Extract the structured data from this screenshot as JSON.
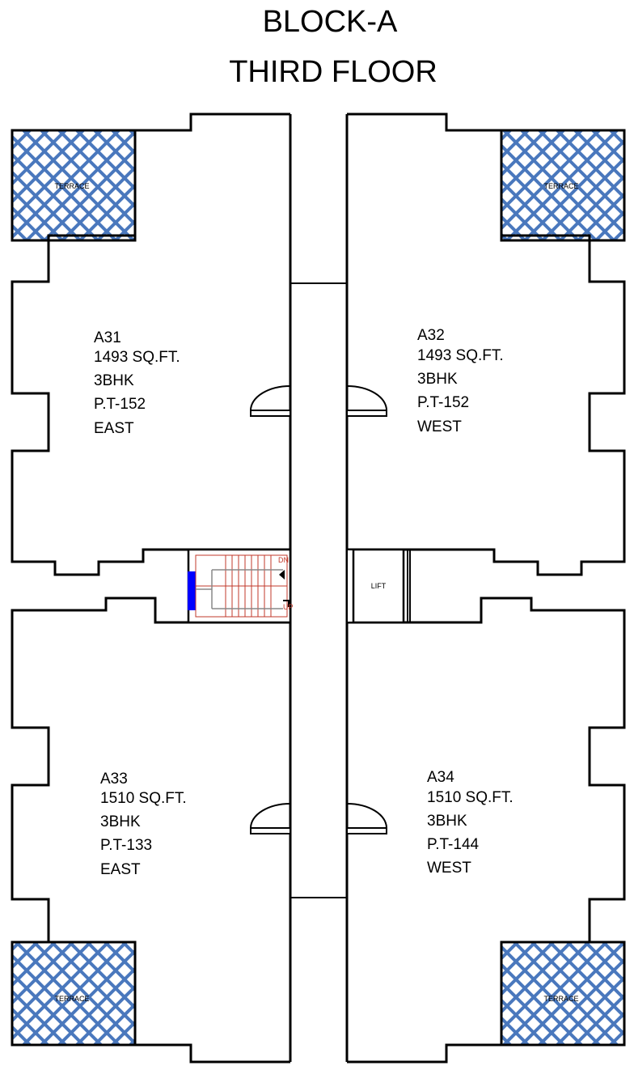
{
  "block_title": "BLOCK-A",
  "floor_title": "THIRD FLOOR",
  "units": [
    {
      "id": "A31",
      "area": "1493 SQ.FT.",
      "type": "3BHK",
      "pt": "P.T-152",
      "facing": "EAST"
    },
    {
      "id": "A32",
      "area": "1493 SQ.FT.",
      "type": "3BHK",
      "pt": "P.T-152",
      "facing": "WEST"
    },
    {
      "id": "A33",
      "area": "1510 SQ.FT.",
      "type": "3BHK",
      "pt": "P.T-133",
      "facing": "EAST"
    },
    {
      "id": "A34",
      "area": "1510 SQ.FT.",
      "type": "3BHK",
      "pt": "P.T-144",
      "facing": "WEST"
    }
  ],
  "terrace_label": "TERRACE",
  "lift_label": "LIFT",
  "stair_labels": {
    "down": "DN",
    "up": "UP"
  },
  "colors": {
    "terrace": "#4a78bd",
    "stair_lines": "#c0392b",
    "stair_marker": "#0000ff"
  }
}
